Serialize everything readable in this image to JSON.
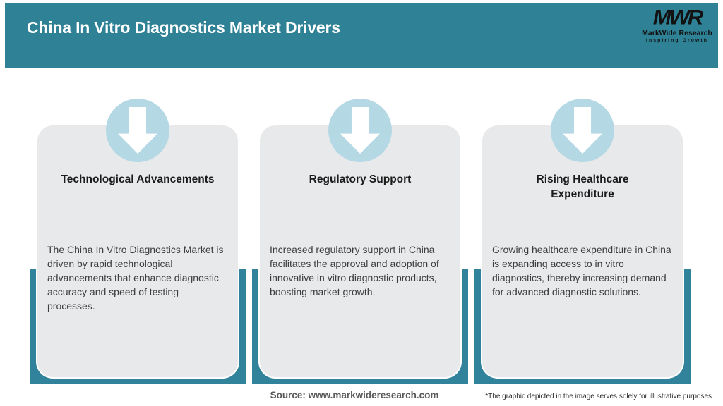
{
  "header": {
    "title": "China In Vitro Diagnostics Market Drivers",
    "logo": {
      "acronym": "MWR",
      "name": "MarkWide Research",
      "tagline": "Inspiring Growth"
    }
  },
  "cards": [
    {
      "icon": "down-arrow-icon",
      "title": "Technological Advancements",
      "description": "The China In Vitro Diagnostics Market is driven by rapid technological advancements that enhance diagnostic accuracy and speed of testing processes."
    },
    {
      "icon": "down-arrow-icon",
      "title": "Regulatory Support",
      "description": "Increased regulatory support in China facilitates the approval and adoption of innovative in vitro diagnostic products, boosting market growth."
    },
    {
      "icon": "down-arrow-icon",
      "title": "Rising Healthcare Expenditure",
      "description": "Growing healthcare expenditure in China is expanding access to in vitro diagnostics, thereby increasing demand for advanced diagnostic solutions."
    }
  ],
  "footer": {
    "source": "Source: www.markwideresearch.com",
    "disclaimer": "*The graphic depicted in the image serves solely for illustrative purposes"
  },
  "colors": {
    "header_bg": "#2f8196",
    "accent_teal": "#30839b",
    "card_bg": "#e7e9ea",
    "circle_blue": "#b5d8e5",
    "title_text": "#ffffff",
    "card_title_text": "#1b1b1b",
    "body_text": "#3d3d3d",
    "source_text": "#595959",
    "disclaimer_text": "#2a2a2a",
    "logo_text": "#121212"
  }
}
